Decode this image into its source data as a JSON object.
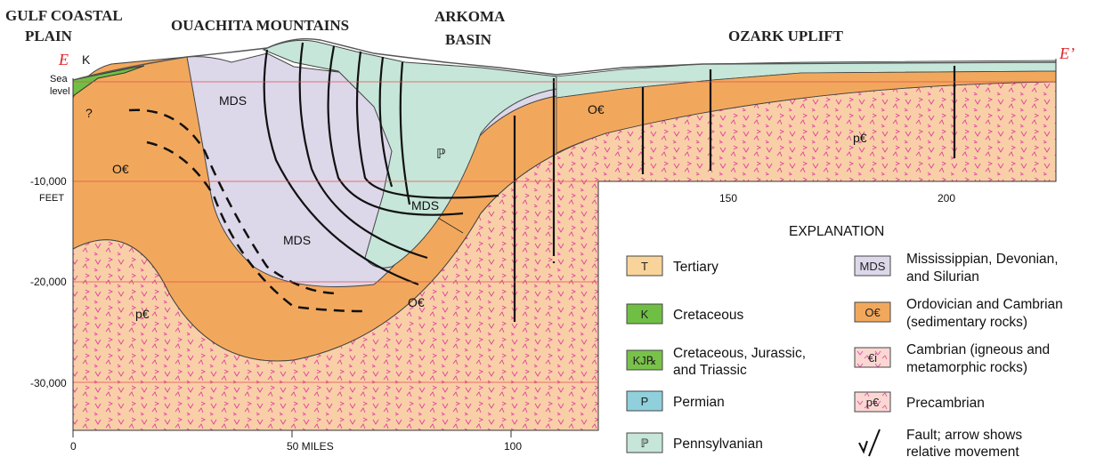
{
  "regions": {
    "gulf_line1": "GULF COASTAL",
    "gulf_line2": "PLAIN",
    "ouachita": "OUACHITA MOUNTAINS",
    "arkoma_line1": "ARKOMA",
    "arkoma_line2": "BASIN",
    "ozark": "OZARK UPLIFT"
  },
  "section_ends": {
    "left": "E",
    "right": "E’"
  },
  "depth_axis": {
    "sea_level_line1": "Sea",
    "sea_level_line2": "level",
    "labels": [
      "-10,000",
      "-20,000",
      "-30,000"
    ],
    "unit": "FEET"
  },
  "distance_axis": {
    "labels": [
      "0",
      "50 MILES",
      "100",
      "150",
      "200"
    ]
  },
  "unit_labels": {
    "k": "K",
    "mds_upper": "MDS",
    "mds_mid": "MDS",
    "mds_basin": "MDS",
    "oc_left": "O€",
    "oc_basin": "O€",
    "oc_ozark": "O€",
    "pc_left": "p€",
    "pc_right": "p€",
    "penn": "ℙ",
    "question": "?"
  },
  "legend": {
    "title": "EXPLANATION",
    "left": [
      {
        "symbol": "T",
        "label_lines": [
          "Tertiary"
        ],
        "color": "#f9d49a"
      },
      {
        "symbol": "K",
        "label_lines": [
          "Cretaceous"
        ],
        "color": "#6fbf44"
      },
      {
        "symbol": "KJ℞",
        "label_lines": [
          "Cretaceous, Jurassic,",
          "and Triassic"
        ],
        "color": "#78c24a"
      },
      {
        "symbol": "P",
        "label_lines": [
          "Permian"
        ],
        "color": "#8fd0dc"
      },
      {
        "symbol": "ℙ",
        "label_lines": [
          "Pennsylvanian"
        ],
        "color": "#c5e6d8"
      }
    ],
    "right": [
      {
        "symbol": "MDS",
        "label_lines": [
          "Mississippian, Devonian,",
          "and Silurian"
        ],
        "color": "#ddd7ea"
      },
      {
        "symbol": "O€",
        "label_lines": [
          "Ordovician and Cambrian",
          "(sedimentary rocks)"
        ],
        "color": "#f2a85c"
      },
      {
        "symbol": "€i",
        "label_lines": [
          "Cambrian (igneous and",
          "metamorphic rocks)"
        ],
        "color": "#fbd7d3"
      },
      {
        "symbol": "p€",
        "label_lines": [
          "Precambrian"
        ],
        "color": "#f9cfa8"
      }
    ],
    "fault_label_lines": [
      "Fault; arrow shows",
      "relative movement"
    ]
  },
  "colors": {
    "precambrian": "#f9cfa8",
    "ordovician_cambrian": "#f2a85c",
    "mds": "#ddd7ea",
    "pennsylvanian": "#c5e6d8",
    "cretaceous": "#6fbf44",
    "pattern_marks": "#e0409a",
    "grid_red": "#e05050"
  }
}
